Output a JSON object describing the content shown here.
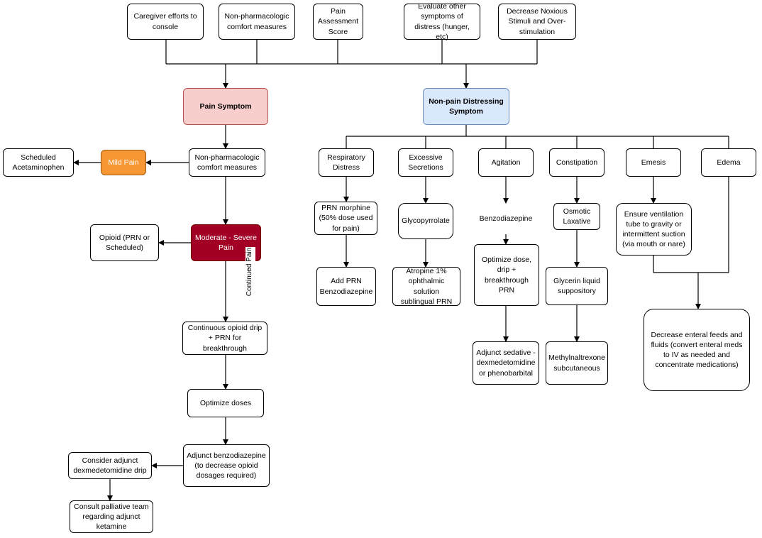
{
  "top": {
    "caregiver": "Caregiver efforts to console",
    "nonpharm_top": "Non-pharmacologic comfort measures",
    "pain_score": "Pain Assessment Score",
    "evaluate_other": "Evaluate other symptoms of distress (hunger, etc)",
    "decrease_noxious": "Decrease Noxious Stimuli and Over-stimulation"
  },
  "pain_branch": {
    "pain_symptom": "Pain Symptom",
    "nonpharm": "Non-pharmacologic comfort measures",
    "mild_pain": "Mild Pain",
    "scheduled_acetaminophen": "Scheduled Acetaminophen",
    "moderate_severe": "Moderate - Severe Pain",
    "opioid_prn": "Opioid (PRN or Scheduled)",
    "continued_pain": "Continued Pain",
    "continuous_drip": "Continuous opioid drip + PRN for breakthrough",
    "optimize_doses": "Optimize doses",
    "adjunct_benzo": "Adjunct benzodiazepine (to decrease opioid dosages required)",
    "consider_dex": "Consider adjunct dexmedetomidine drip",
    "consult_palliative": "Consult palliative team regarding adjunct ketamine"
  },
  "nonpain_branch": {
    "nonpain_symptom": "Non-pain Distressing Symptom",
    "respiratory": {
      "title": "Respiratory Distress",
      "step1": "PRN morphine (50% dose used for pain)",
      "step2": "Add PRN Benzodiazepine"
    },
    "secretions": {
      "title": "Excessive Secretions",
      "step1": "Glycopyrrolate",
      "step2": "Atropine 1% ophthalmic solution sublingual PRN"
    },
    "agitation": {
      "title": "Agitation",
      "step1": "Benzodiazepine",
      "step2": "Optimize dose, drip + breakthrough PRN",
      "step3": "Adjunct sedative - dexmedetomidine or phenobarbital"
    },
    "constipation": {
      "title": "Constipation",
      "step1": "Osmotic Laxative",
      "step2": "Glycerin liquid suppository",
      "step3": "Methylnaltrexone subcutaneous"
    },
    "emesis": {
      "title": "Emesis",
      "step1": "Ensure ventilation tube to gravity or intermittent suction (via mouth or nare)"
    },
    "edema": {
      "title": "Edema"
    },
    "enteral": "Decrease enteral feeds and fluids (convert enteral meds to IV as needed and concentrate medications)"
  }
}
